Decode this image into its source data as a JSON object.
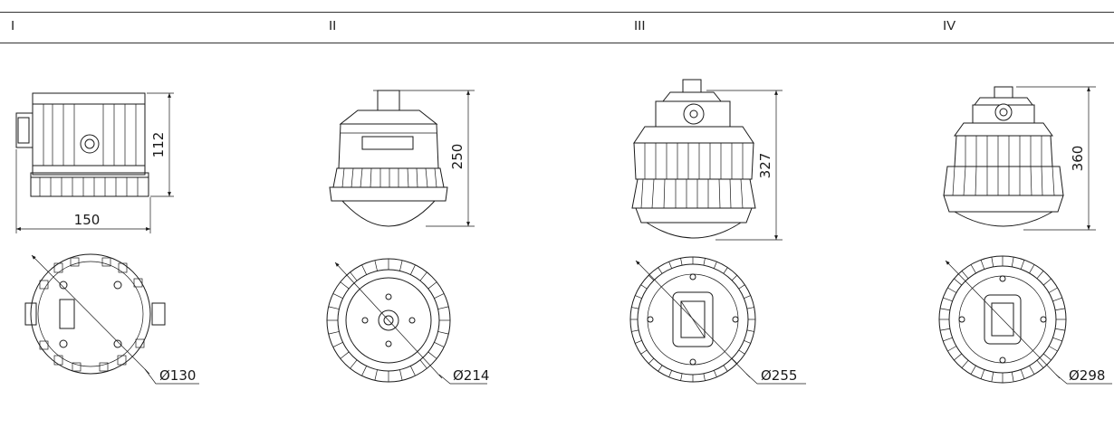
{
  "columns": [
    {
      "label": "I"
    },
    {
      "label": "II"
    },
    {
      "label": "III"
    },
    {
      "label": "IV"
    }
  ],
  "dimensions": {
    "i_height": "112",
    "i_width": "150",
    "i_diameter": "Ø130",
    "ii_height": "250",
    "ii_diameter": "Ø214",
    "iii_height": "327",
    "iii_diameter": "Ø255",
    "iv_height": "360",
    "iv_diameter": "Ø298"
  }
}
